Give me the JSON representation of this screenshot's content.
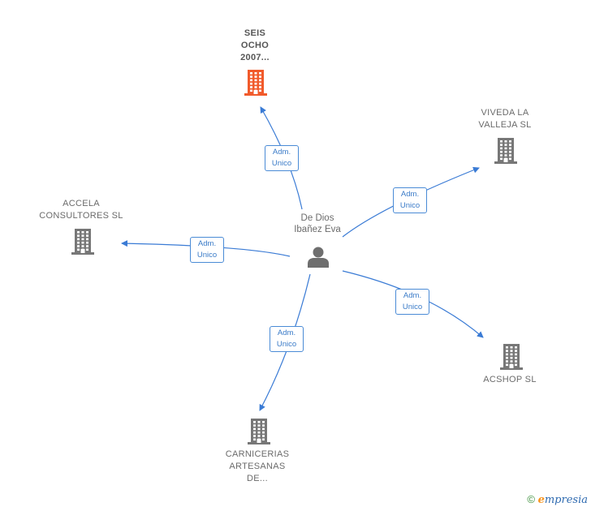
{
  "center": {
    "name": "De Dios\nIbañez Eva",
    "icon": "person-icon"
  },
  "companies": [
    {
      "id": "seis",
      "name": "SEIS\nOCHO\n2007...",
      "color": "#f15a2b",
      "highlight": true
    },
    {
      "id": "viveda",
      "name": "VIVEDA LA\nVALLEJA SL",
      "color": "#777777"
    },
    {
      "id": "accela",
      "name": "ACCELA\nCONSULTORES SL",
      "color": "#777777"
    },
    {
      "id": "acshop",
      "name": "ACSHOP  SL",
      "color": "#777777"
    },
    {
      "id": "carnicerias",
      "name": "CARNICERIAS\nARTESANAS\nDE...",
      "color": "#777777"
    }
  ],
  "relation_label": "Adm.\nUnico",
  "edge_color": "#3a7bd5",
  "footer": {
    "copyright": "©",
    "brand_initial": "e",
    "brand_rest": "mpresia"
  }
}
